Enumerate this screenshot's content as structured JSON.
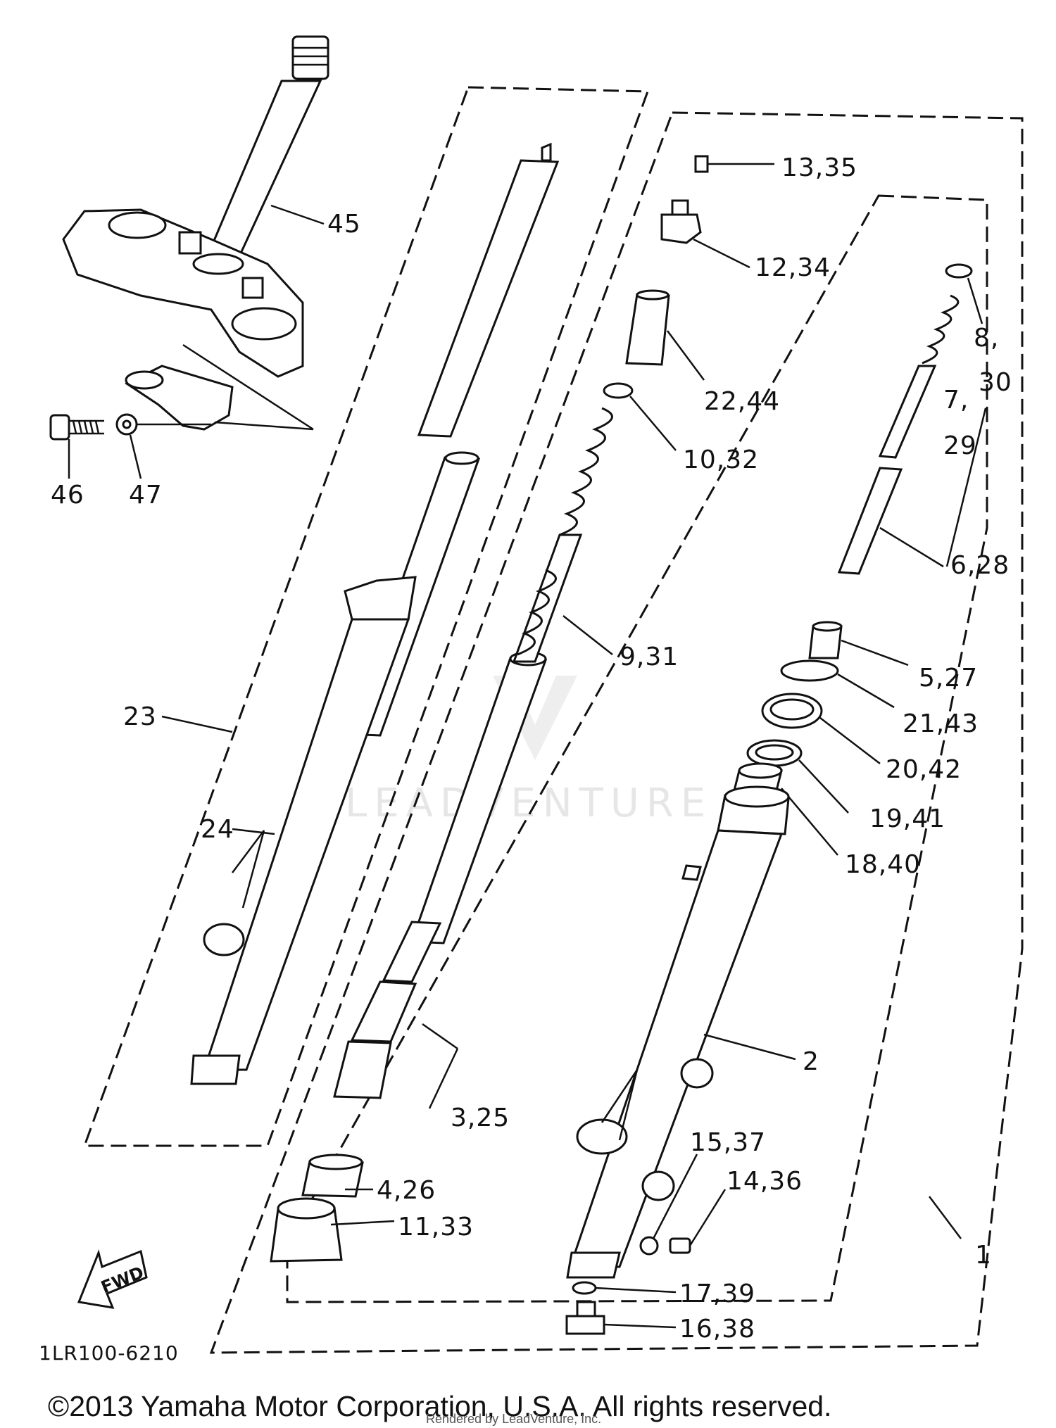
{
  "diagram": {
    "callouts": [
      {
        "id": "c45",
        "label": "45"
      },
      {
        "id": "c13_35",
        "label": "13,35"
      },
      {
        "id": "c12_34",
        "label": "12,34"
      },
      {
        "id": "c22_44",
        "label": "22,44"
      },
      {
        "id": "c10_32",
        "label": "10,32"
      },
      {
        "id": "c8_30",
        "label": "8,"
      },
      {
        "id": "c30",
        "label": "30"
      },
      {
        "id": "c7_29",
        "label": "7,"
      },
      {
        "id": "c29",
        "label": "29"
      },
      {
        "id": "c6_28",
        "label": "6,28"
      },
      {
        "id": "c46",
        "label": "46"
      },
      {
        "id": "c47",
        "label": "47"
      },
      {
        "id": "c9_31",
        "label": "9,31"
      },
      {
        "id": "c5_27",
        "label": "5,27"
      },
      {
        "id": "c21_43",
        "label": "21,43"
      },
      {
        "id": "c20_42",
        "label": "20,42"
      },
      {
        "id": "c19_41",
        "label": "19,41"
      },
      {
        "id": "c18_40",
        "label": "18,40"
      },
      {
        "id": "c23",
        "label": "23"
      },
      {
        "id": "c24",
        "label": "24"
      },
      {
        "id": "c2",
        "label": "2"
      },
      {
        "id": "c3_25",
        "label": "3,25"
      },
      {
        "id": "c15_37",
        "label": "15,37"
      },
      {
        "id": "c14_36",
        "label": "14,36"
      },
      {
        "id": "c4_26",
        "label": "4,26"
      },
      {
        "id": "c11_33",
        "label": "11,33"
      },
      {
        "id": "c1",
        "label": "1"
      },
      {
        "id": "c17_39",
        "label": "17,39"
      },
      {
        "id": "c16_38",
        "label": "16,38"
      }
    ],
    "fwd_label": "FWD",
    "diagram_code": "1LR100-6210",
    "watermark": "LEADVENTURE"
  },
  "footer": {
    "copyright": "©2013 Yamaha Motor Corporation, U.S.A. All rights reserved.",
    "rendered_by": "Rendered by LeadVenture, Inc."
  }
}
